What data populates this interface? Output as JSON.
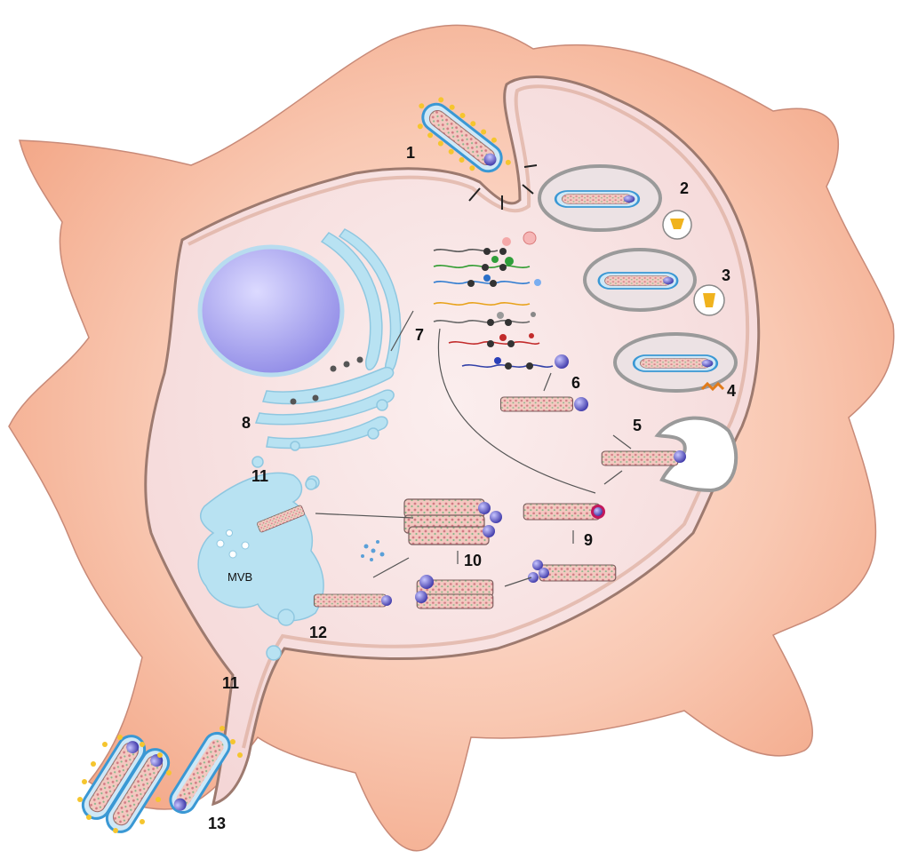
{
  "diagram": {
    "step_labels": [
      "1",
      "2",
      "3",
      "4",
      "5",
      "6",
      "7",
      "8",
      "9",
      "10",
      "11",
      "11",
      "12",
      "13"
    ],
    "mvb_label": "MVB"
  },
  "colors": {
    "cell_body": "#f7b79a",
    "cytoplasm": "#f8dede",
    "nucleus": "#a7a2ee",
    "er_golgi": "#b8e2f2",
    "spike": "#f2c230",
    "capsid_core": "#7c78d8",
    "envelope": "#4aa8d8"
  }
}
